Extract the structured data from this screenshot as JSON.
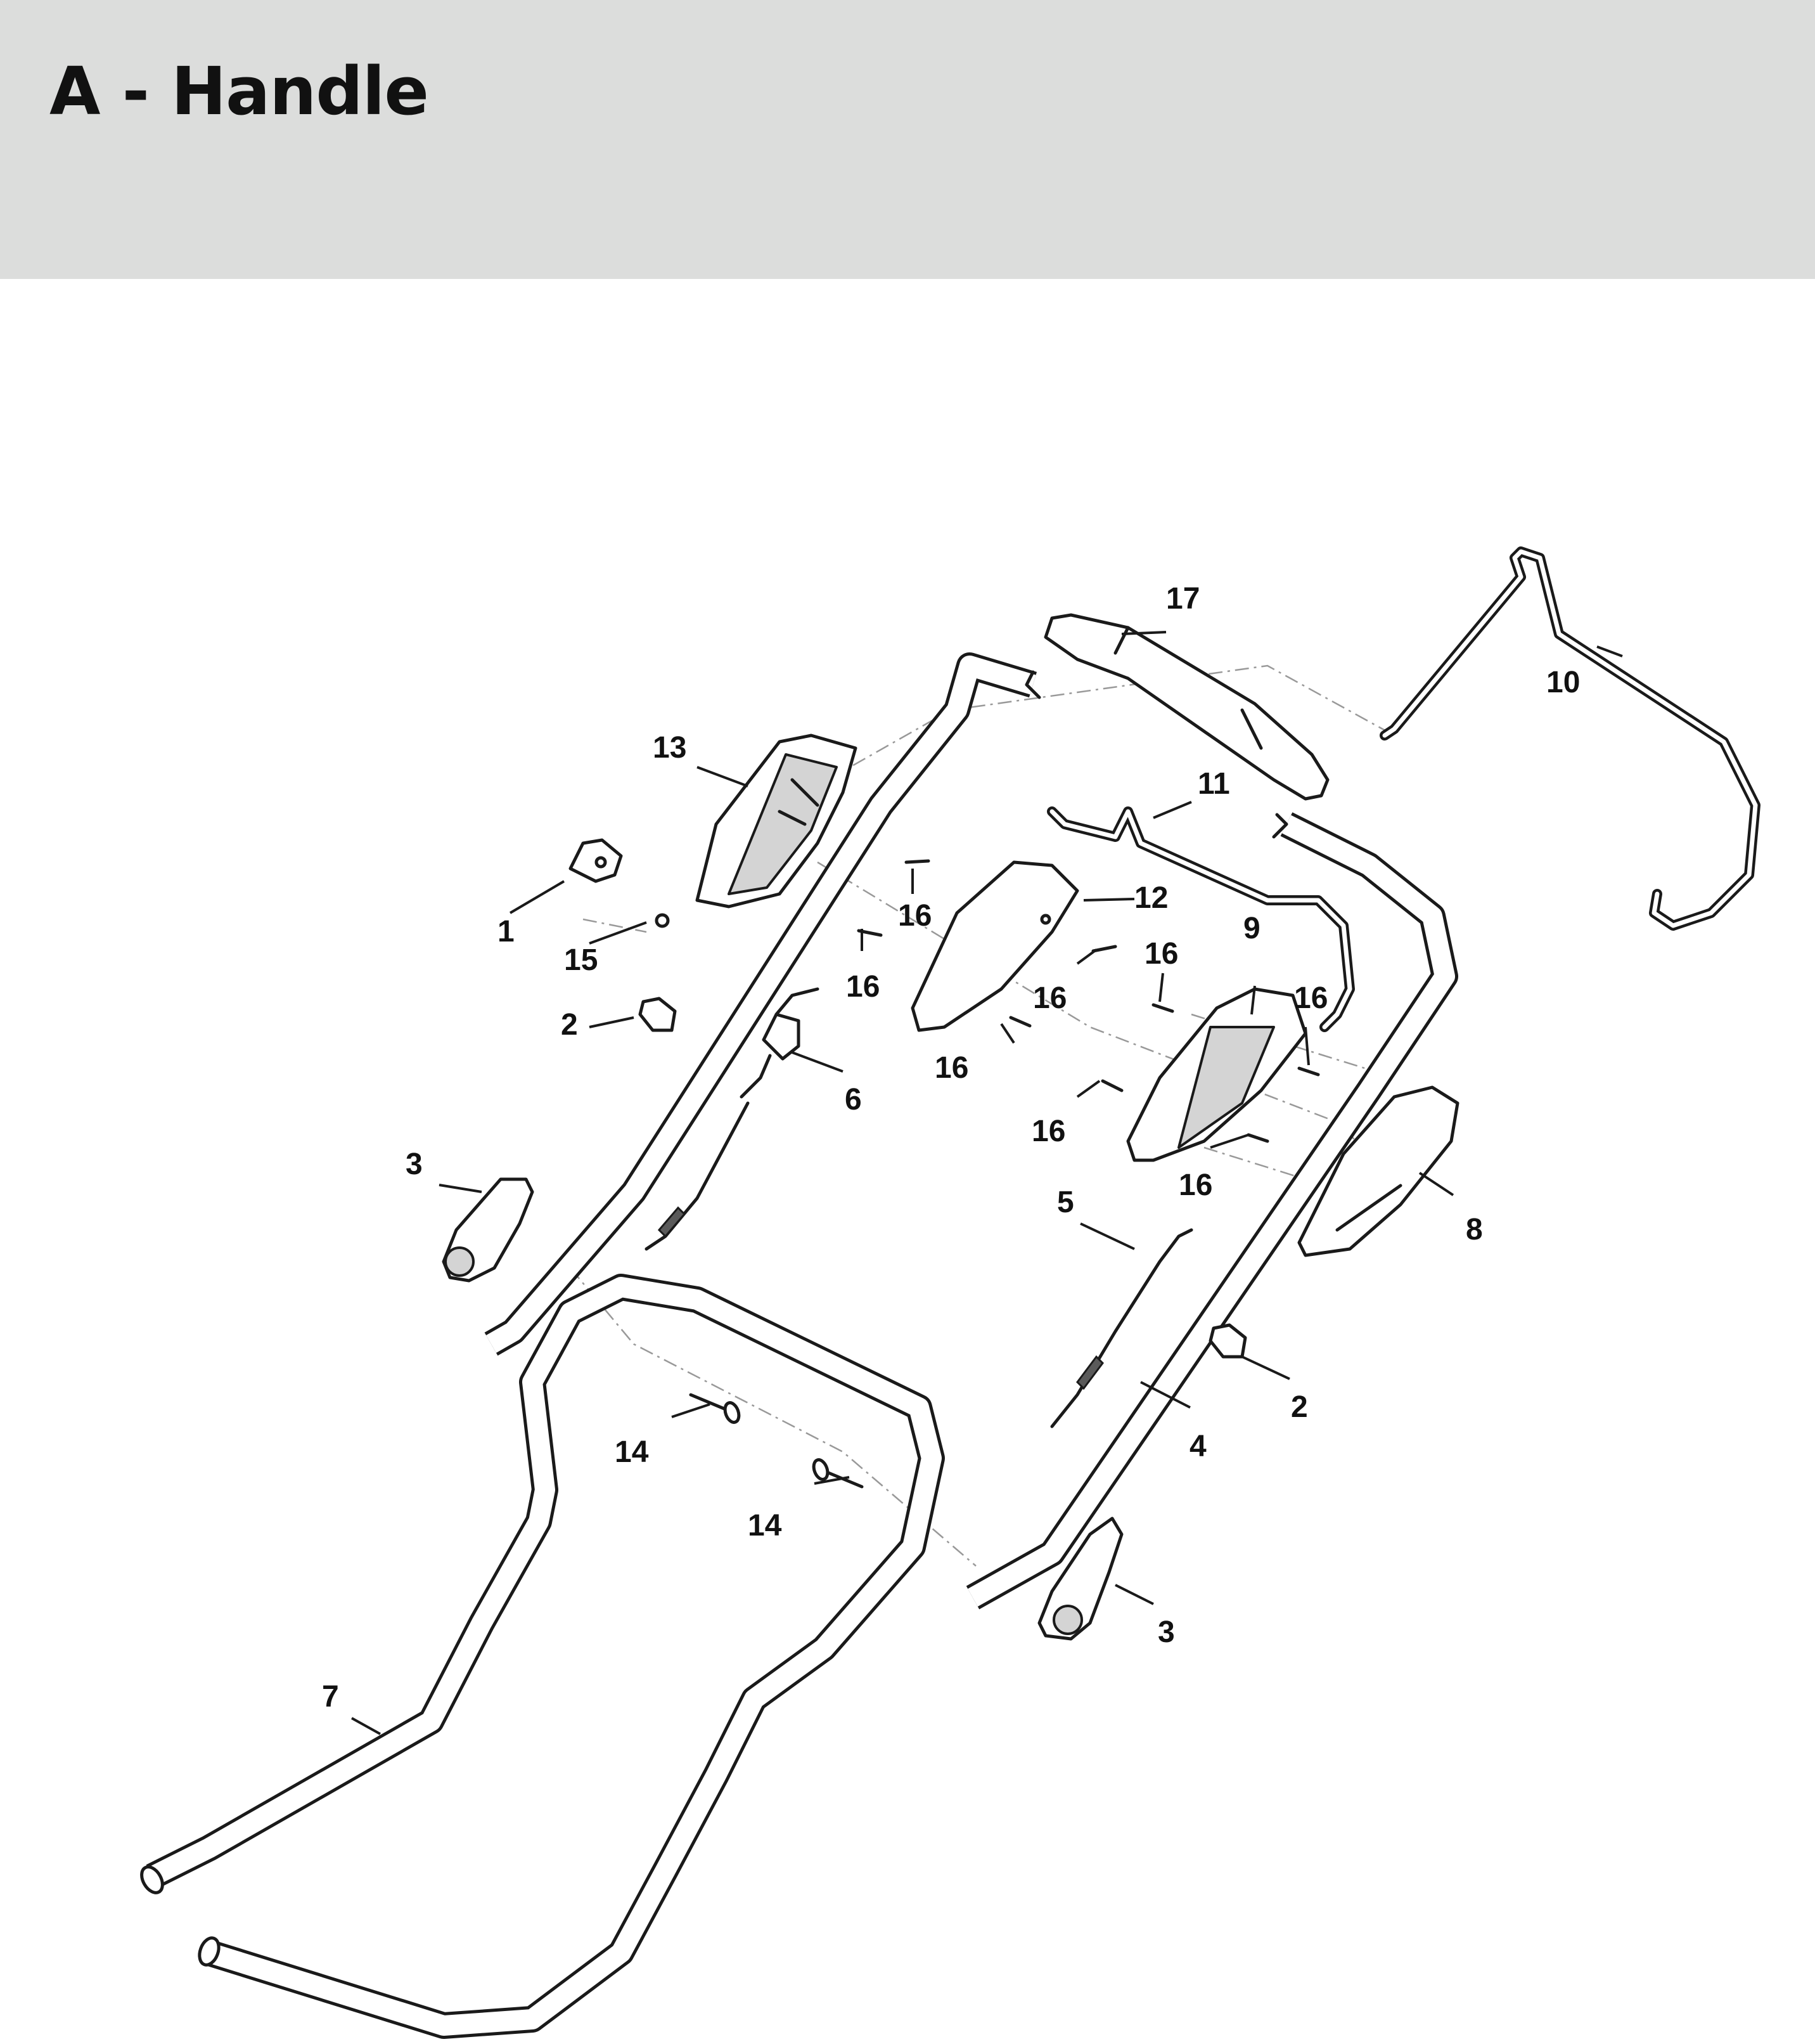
{
  "header": {
    "title": "A - Handle"
  },
  "callouts": {
    "c1": "1",
    "c2a": "2",
    "c2b": "2",
    "c3a": "3",
    "c3b": "3",
    "c4": "4",
    "c5": "5",
    "c6": "6",
    "c7": "7",
    "c8": "8",
    "c9": "9",
    "c10": "10",
    "c11": "11",
    "c12": "12",
    "c13": "13",
    "c14a": "14",
    "c14b": "14",
    "c15": "15",
    "c16a": "16",
    "c16b": "16",
    "c16c": "16",
    "c16d": "16",
    "c16e": "16",
    "c16f": "16",
    "c16g": "16",
    "c16h": "16",
    "c17": "17"
  },
  "colors": {
    "header_bg": "#dcdddc",
    "line": "#1a1a1a",
    "dash": "#999999"
  }
}
